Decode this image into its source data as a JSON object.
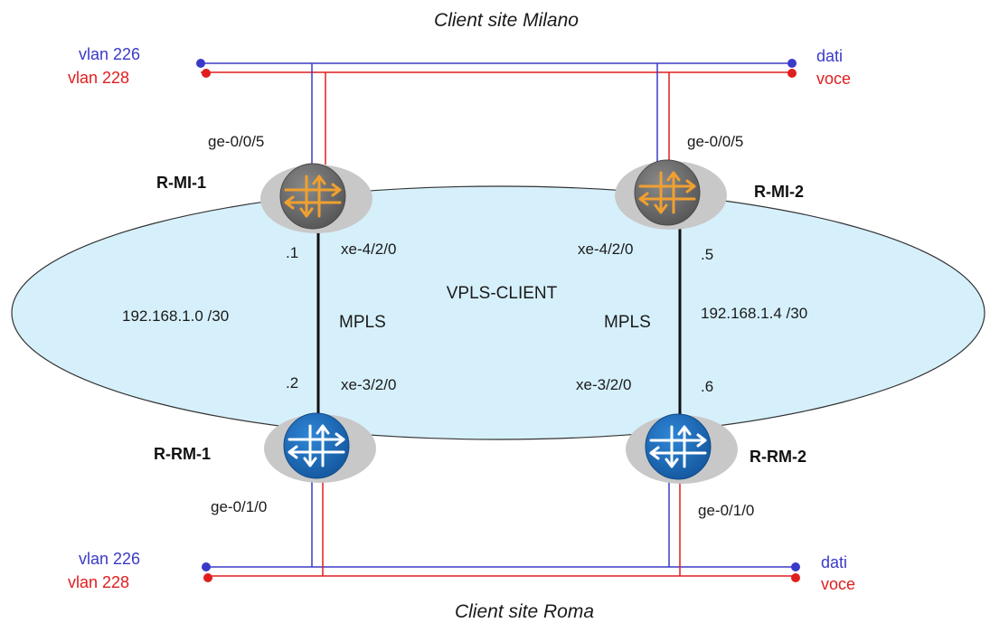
{
  "sites": {
    "top": "Client site Milano",
    "bottom": "Client site Roma"
  },
  "network_label": "VPLS-CLIENT",
  "colors": {
    "vlan_226": "#3a3ac8",
    "vlan_228": "#e01e1e",
    "ellipse_fill": "#d6f0fb",
    "mx_router": "#6e6e6e",
    "rm_router": "#1f6fc0",
    "arrow_gold": "#f0a030"
  },
  "vlans": {
    "top_left": {
      "vlan_a": "vlan 226",
      "vlan_b": "vlan 228"
    },
    "top_right": {
      "vlan_a": "dati",
      "vlan_b": "voce"
    },
    "bottom_left": {
      "vlan_a": "vlan 226",
      "vlan_b": "vlan 228"
    },
    "bottom_right": {
      "vlan_a": "dati",
      "vlan_b": "voce"
    }
  },
  "routers": {
    "r_mi_1": {
      "name": "R-MI-1",
      "icon": "router-icon",
      "access_port": "ge-0/0/5",
      "core_port": "xe-4/2/0",
      "ip_suffix": ".1"
    },
    "r_mi_2": {
      "name": "R-MI-2",
      "icon": "router-icon",
      "access_port": "ge-0/0/5",
      "core_port": "xe-4/2/0",
      "ip_suffix": ".5"
    },
    "r_rm_1": {
      "name": "R-RM-1",
      "icon": "router-icon",
      "access_port": "ge-0/1/0",
      "core_port": "xe-3/2/0",
      "ip_suffix": ".2"
    },
    "r_rm_2": {
      "name": "R-RM-2",
      "icon": "router-icon",
      "access_port": "ge-0/1/0",
      "core_port": "xe-3/2/0",
      "ip_suffix": ".6"
    }
  },
  "links": {
    "left": {
      "subnet": "192.168.1.0 /30",
      "protocol": "MPLS"
    },
    "right": {
      "subnet": "192.168.1.4 /30",
      "protocol": "MPLS"
    }
  }
}
